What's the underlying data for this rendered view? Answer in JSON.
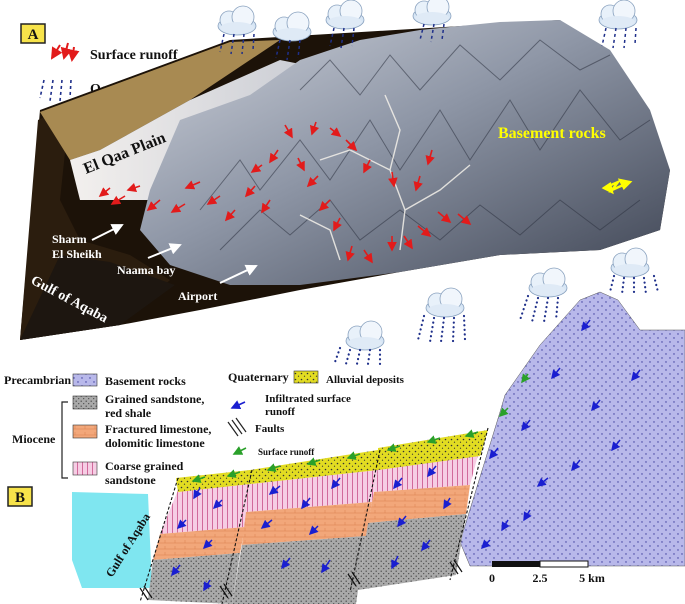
{
  "panel_a": {
    "badge": "A",
    "legend": {
      "runoff_label": "Surface runoff",
      "rainfall_label": "Occasional rainfall"
    },
    "places": {
      "plain": "El Qaa Plain",
      "basement": "Basement rocks",
      "sharm_line1": "Sharm",
      "sharm_line2": "El Sheikh",
      "naama": "Naama bay",
      "airport": "Airport",
      "gulf": "Gulf of Aqaba"
    }
  },
  "panel_b": {
    "badge": "B",
    "legend": {
      "precambrian": "Precambrian",
      "basement": "Basement rocks",
      "quaternary": "Quaternary",
      "alluvial": "Alluvial deposits",
      "miocene": "Miocene",
      "sandstone_shale_1": "Grained sandstone,",
      "sandstone_shale_2": "red shale",
      "limestone_1": "Fractured limestone,",
      "limestone_2": "dolomitic limestone",
      "coarse_1": "Coarse grained",
      "coarse_2": "sandstone",
      "infiltrated_1": "Infiltrated surface",
      "infiltrated_2": "runoff",
      "faults": "Faults",
      "surface_runoff": "Surface runoff"
    },
    "gulf": "Gulf of Aqaba",
    "scale": {
      "tick0": "0",
      "tick1": "2.5",
      "tick2": "5 km"
    }
  },
  "colors": {
    "badge": "#f7e34a",
    "runoff_arrow": "#e21b1b",
    "rain": "#1e2f8a",
    "sea": "#7fe6f0",
    "basement_fill": "#b8b8ea",
    "alluvial_fill": "#e2dc22",
    "coarse_fill": "#f6cde4",
    "limestone_fill": "#f2a77a",
    "grained_fill": "#a9a9a9",
    "infiltration_arrow": "#1a1fd0",
    "surface_runoff_arrow": "#2aa02a",
    "basement_label": "#ffff00"
  }
}
